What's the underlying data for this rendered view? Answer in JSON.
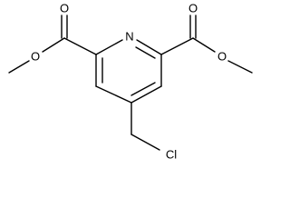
{
  "structure": {
    "atoms": {
      "ring_nitrogen": "N",
      "left_carbonyl_oxygen": "O",
      "left_ester_oxygen": "O",
      "right_carbonyl_oxygen": "O",
      "right_ester_oxygen": "O",
      "chlorine": "Cl"
    },
    "colors": {
      "bond": "#000000",
      "text": "#000000",
      "background": "#ffffff"
    }
  }
}
